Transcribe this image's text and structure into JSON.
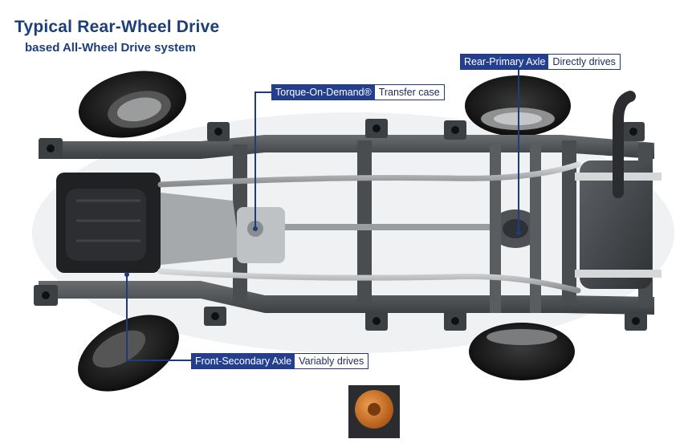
{
  "header": {
    "title": "Typical Rear-Wheel Drive",
    "subtitle": "based All-Wheel Drive system"
  },
  "callouts": {
    "transfer_case": {
      "label": "Torque-On-Demand®",
      "desc": "Transfer case"
    },
    "rear_axle": {
      "label": "Rear-Primary Axle",
      "desc": "Directly drives"
    },
    "front_axle": {
      "label": "Front-Secondary Axle",
      "desc": "Variably drives"
    }
  },
  "colors": {
    "title": "#1c3f7a",
    "callout_fill": "#243f8f",
    "leader": "#1f3b7d",
    "frame": "#4a4d50"
  }
}
